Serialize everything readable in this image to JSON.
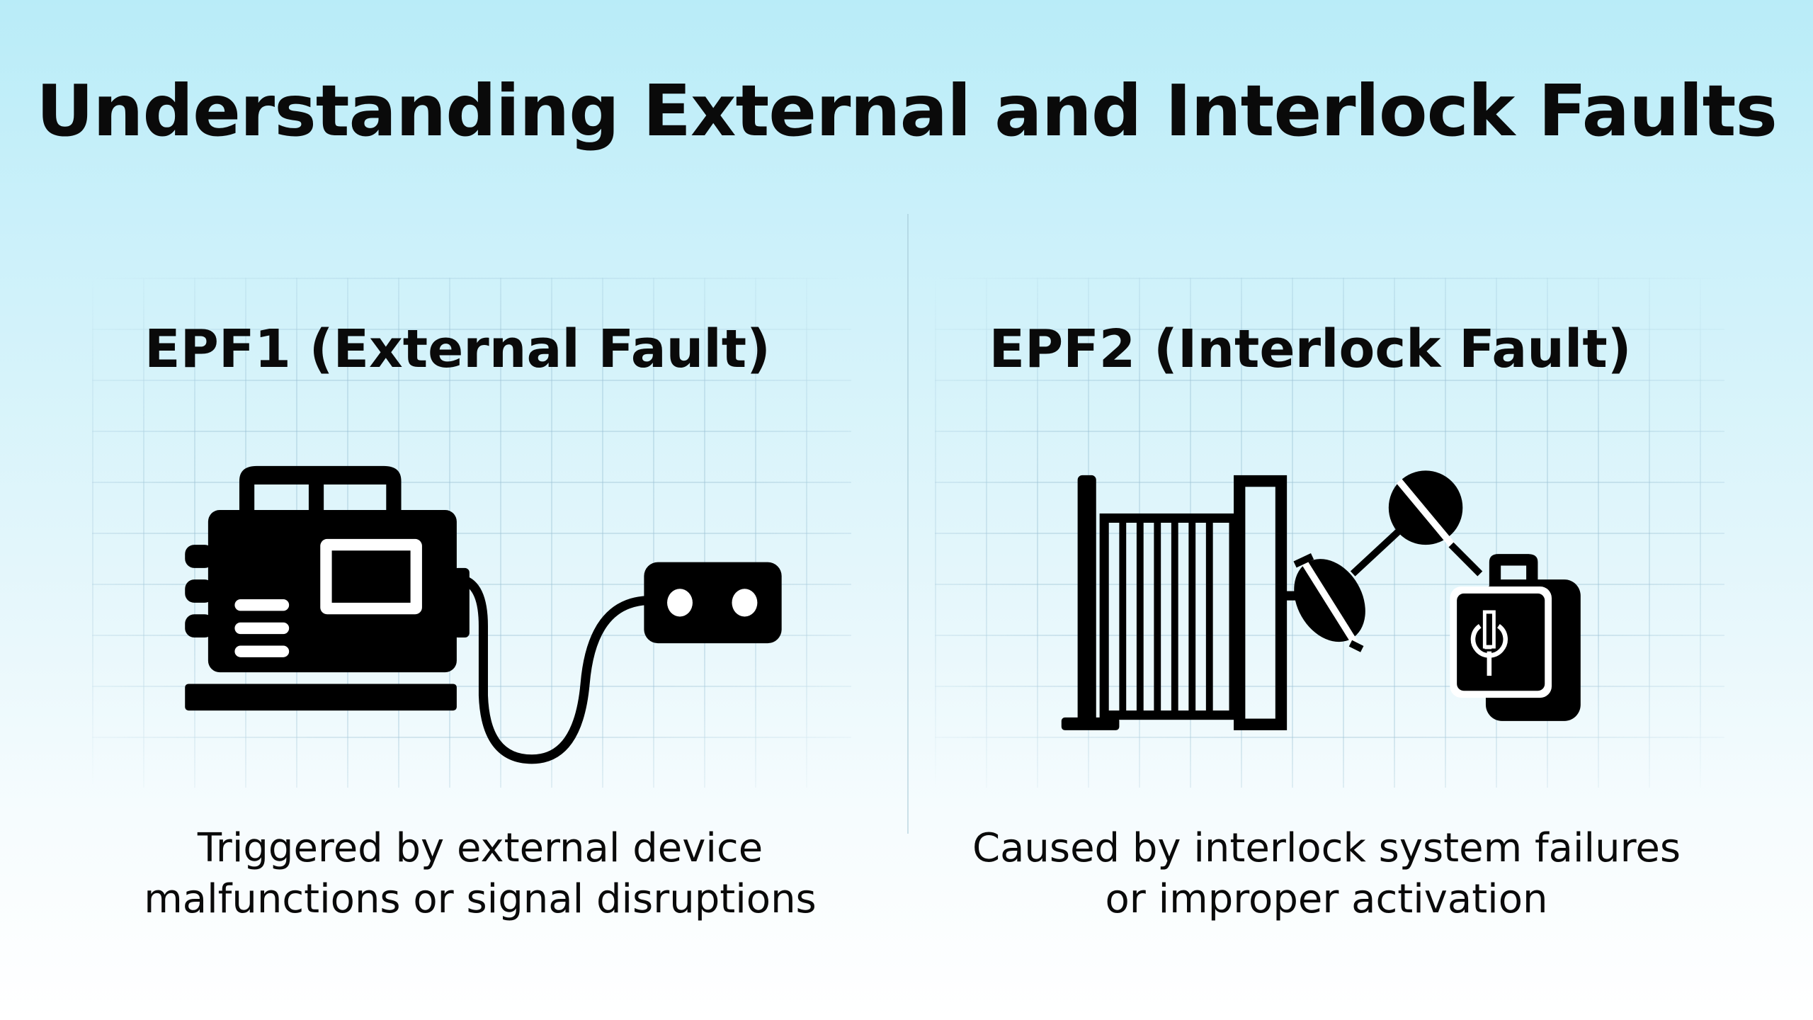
{
  "title": "Understanding External and Interlock Faults",
  "panels": [
    {
      "heading": "EPF1 (External Fault)",
      "description_line1": "Triggered by external device",
      "description_line2": "malfunctions or signal disruptions",
      "icon": "generator-plug-icon"
    },
    {
      "heading": "EPF2 (Interlock Fault)",
      "description_line1": "Caused by interlock system failures",
      "description_line2": "or improper activation",
      "icon": "gate-interlock-lock-icon"
    }
  ],
  "colors": {
    "icon": "#000000",
    "background_top": "#b9ecf8",
    "background_bottom": "#ffffff"
  }
}
